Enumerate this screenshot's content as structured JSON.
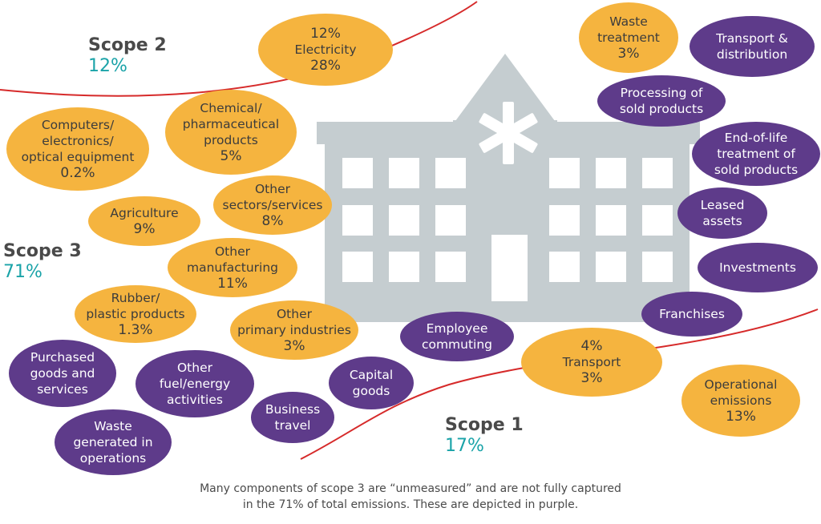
{
  "colors": {
    "measured": "#f5b43f",
    "unmeasured": "#5e3b8a",
    "building": "#c5cdd0",
    "scope_line": "#d62a2a",
    "scope_value": "#1aa3a8"
  },
  "scopes": [
    {
      "id": "scope-2",
      "name": "Scope 2",
      "value": "12%"
    },
    {
      "id": "scope-3",
      "name": "Scope 3",
      "value": "71%"
    },
    {
      "id": "scope-1",
      "name": "Scope 1",
      "value": "17%"
    }
  ],
  "bubbles": [
    {
      "id": "electricity",
      "lines": [
        "12%",
        "Electricity",
        "28%"
      ],
      "status": "measured"
    },
    {
      "id": "waste-treatment",
      "lines": [
        "Waste",
        "treatment",
        "3%"
      ],
      "status": "measured"
    },
    {
      "id": "transport-distribution",
      "lines": [
        "Transport &",
        "distribution"
      ],
      "status": "unmeasured"
    },
    {
      "id": "processing-sold-products",
      "lines": [
        "Processing of",
        "sold products"
      ],
      "status": "unmeasured"
    },
    {
      "id": "end-of-life-treatment",
      "lines": [
        "End-of-life",
        "treatment of",
        "sold products"
      ],
      "status": "unmeasured"
    },
    {
      "id": "leased-assets",
      "lines": [
        "Leased",
        "assets"
      ],
      "status": "unmeasured"
    },
    {
      "id": "investments",
      "lines": [
        "Investments"
      ],
      "status": "unmeasured"
    },
    {
      "id": "franchises",
      "lines": [
        "Franchises"
      ],
      "status": "unmeasured"
    },
    {
      "id": "computers-electronics",
      "lines": [
        "Computers/",
        "electronics/",
        "optical equipment",
        "0.2%"
      ],
      "status": "measured"
    },
    {
      "id": "chemical-pharmaceutical",
      "lines": [
        "Chemical/",
        "pharmaceutical",
        "products",
        "5%"
      ],
      "status": "measured"
    },
    {
      "id": "agriculture",
      "lines": [
        "Agriculture",
        "9%"
      ],
      "status": "measured"
    },
    {
      "id": "other-sectors-services",
      "lines": [
        "Other",
        "sectors/services",
        "8%"
      ],
      "status": "measured"
    },
    {
      "id": "other-manufacturing",
      "lines": [
        "Other",
        "manufacturing",
        "11%"
      ],
      "status": "measured"
    },
    {
      "id": "rubber-plastic",
      "lines": [
        "Rubber/",
        "plastic products",
        "1.3%"
      ],
      "status": "measured"
    },
    {
      "id": "other-primary-industries",
      "lines": [
        "Other",
        "primary industries",
        "3%"
      ],
      "status": "measured"
    },
    {
      "id": "employee-commuting",
      "lines": [
        "Employee",
        "commuting"
      ],
      "status": "unmeasured"
    },
    {
      "id": "transport",
      "lines": [
        "4%",
        "Transport",
        "3%"
      ],
      "status": "measured"
    },
    {
      "id": "operational-emissions",
      "lines": [
        "Operational",
        "emissions",
        "13%"
      ],
      "status": "measured"
    },
    {
      "id": "purchased-goods-services",
      "lines": [
        "Purchased",
        "goods and",
        "services"
      ],
      "status": "unmeasured"
    },
    {
      "id": "other-fuel-energy",
      "lines": [
        "Other",
        "fuel/energy",
        "activities"
      ],
      "status": "unmeasured"
    },
    {
      "id": "capital-goods",
      "lines": [
        "Capital",
        "goods"
      ],
      "status": "unmeasured"
    },
    {
      "id": "business-travel",
      "lines": [
        "Business",
        "travel"
      ],
      "status": "unmeasured"
    },
    {
      "id": "waste-generated",
      "lines": [
        "Waste",
        "generated in",
        "operations"
      ],
      "status": "unmeasured"
    }
  ],
  "footnote": {
    "line1": "Many components of scope 3 are “unmeasured” and are not fully captured",
    "line2": "in the 71% of total emissions. These are depicted in purple."
  }
}
